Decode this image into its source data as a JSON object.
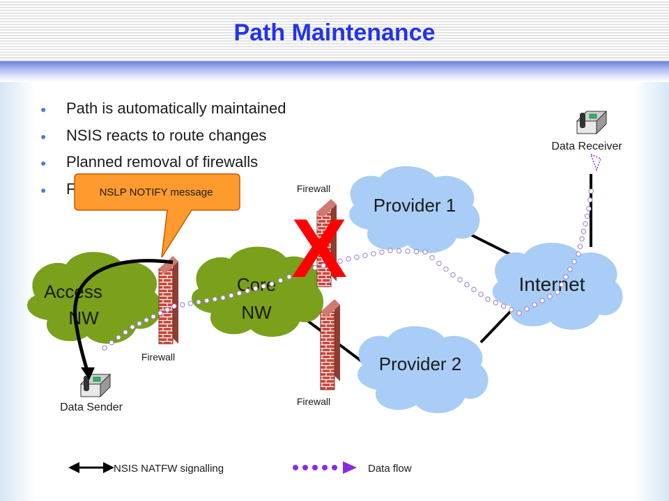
{
  "title": "Path Maintenance",
  "bullets": [
    {
      "text": "Path is automatically maintained"
    },
    {
      "text": "NSIS reacts to route changes"
    },
    {
      "text": "Planned removal of firewalls"
    },
    {
      "text": "F"
    }
  ],
  "callout": "NSLP NOTIFY message",
  "clouds": {
    "access": [
      "Access",
      "NW"
    ],
    "core": [
      "Core",
      "NW"
    ],
    "provider1": "Provider 1",
    "provider2": "Provider 2",
    "internet": "Internet"
  },
  "firewall_labels": {
    "access": "Firewall",
    "provider1": "Firewall",
    "provider2": "Firewall"
  },
  "failure_mark": "X",
  "endpoints": {
    "sender": "Data Sender",
    "receiver": "Data Receiver"
  },
  "legend": {
    "signalling": "NSIS NATFW signalling",
    "dataflow": "Data flow"
  },
  "colors": {
    "title": "#2233ee",
    "green_cloud": "#7aa01c",
    "blue_cloud": "#a9cdf6",
    "failure": "#ff0000",
    "callout": "#ff9a2e",
    "flow_dots": "#8a2be2"
  },
  "icons": {
    "bullet": "bullet-dot-icon",
    "phone": "telephone-icon",
    "firewall": "brick-firewall-icon"
  }
}
